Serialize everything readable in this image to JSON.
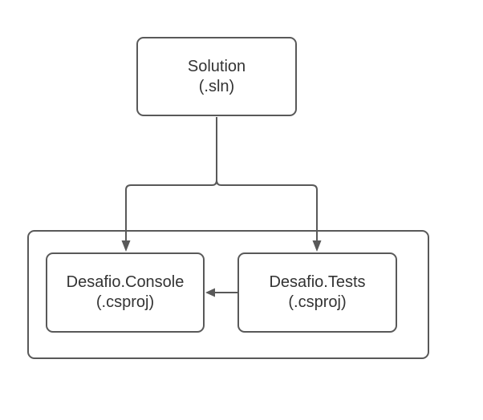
{
  "diagram": {
    "colors": {
      "stroke": "#595959",
      "text": "#333333",
      "background": "#ffffff",
      "node_fill": "#ffffff"
    },
    "nodes": {
      "solution": {
        "title": "Solution",
        "subtitle": "(.sln)"
      },
      "console": {
        "title": "Desafio.Console",
        "subtitle": "(.csproj)"
      },
      "tests": {
        "title": "Desafio.Tests",
        "subtitle": "(.csproj)"
      }
    },
    "edges": [
      {
        "from": "solution",
        "to": "console",
        "arrow": "filled-triangle"
      },
      {
        "from": "solution",
        "to": "tests",
        "arrow": "filled-triangle"
      },
      {
        "from": "tests",
        "to": "console",
        "arrow": "filled-triangle"
      }
    ]
  }
}
